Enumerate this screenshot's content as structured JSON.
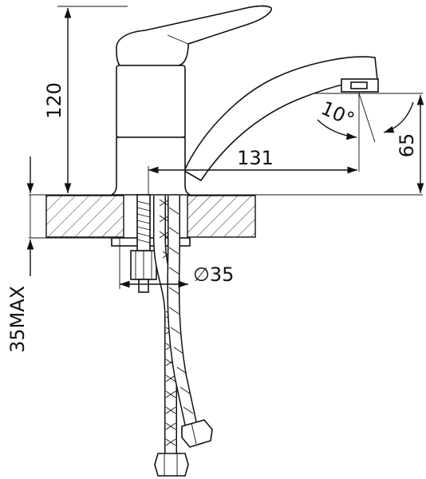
{
  "dimensions": {
    "height_total": "120",
    "spout_reach": "131",
    "angle": "10°",
    "spout_height": "65",
    "hole_diameter": "∅35",
    "max_thickness": "35MAX"
  }
}
